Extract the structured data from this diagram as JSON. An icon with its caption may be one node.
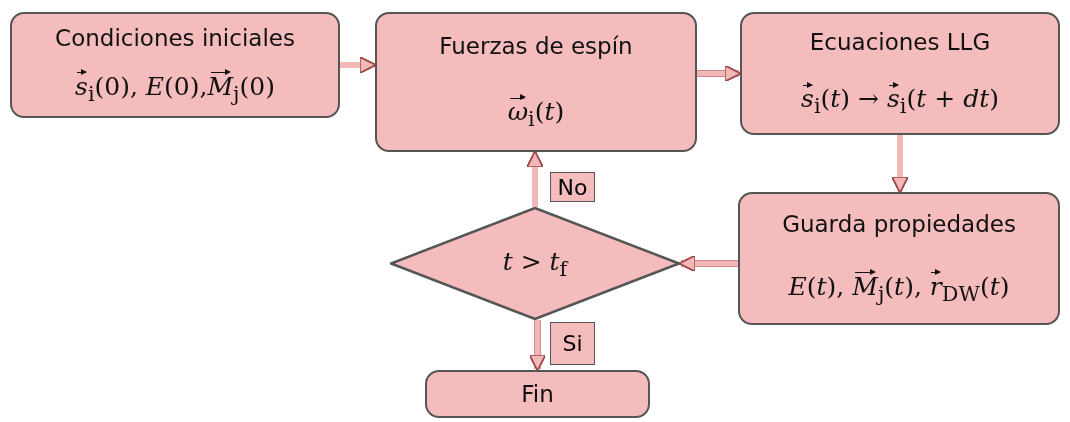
{
  "diagram": {
    "nodes": [
      {
        "text": [
          "Condiciones iniciales",
          "*s⃗*$_{i}$(0), *E*(0),*M⃗*$_{j}$(0)"
        ]
      },
      {
        "text": [
          "Fuerzas de espín",
          "*ω⃗*$_{i}$(*t*)"
        ]
      },
      {
        "text": [
          "Ecuaciones LLG",
          "*s⃗*$_{i}$(*t*) → *s⃗*$_{i}$(*t* + *dt*)"
        ]
      },
      {
        "text": [
          "Guarda propiedades",
          "*E*(*t*), *M⃗*$_{j}$(*t*), *r⃗*$_{DW}$(*t*)"
        ]
      },
      {
        "text": [
          "*t* > *t*$_{f}$"
        ]
      },
      {
        "text": [
          "Fin"
        ]
      }
    ],
    "edges": [
      {
        "from": 0,
        "to": 1,
        "arrow": "to"
      },
      {
        "from": 1,
        "to": 2,
        "arrow": "to"
      },
      {
        "from": 2,
        "to": 3,
        "arrow": "to"
      },
      {
        "from": 3,
        "to": 4,
        "arrow": "to"
      },
      {
        "from": 4,
        "to": 1,
        "arrow": "to",
        "label": "No"
      },
      {
        "from": 4,
        "to": 5,
        "arrow": "to",
        "label": "Si"
      }
    ]
  }
}
